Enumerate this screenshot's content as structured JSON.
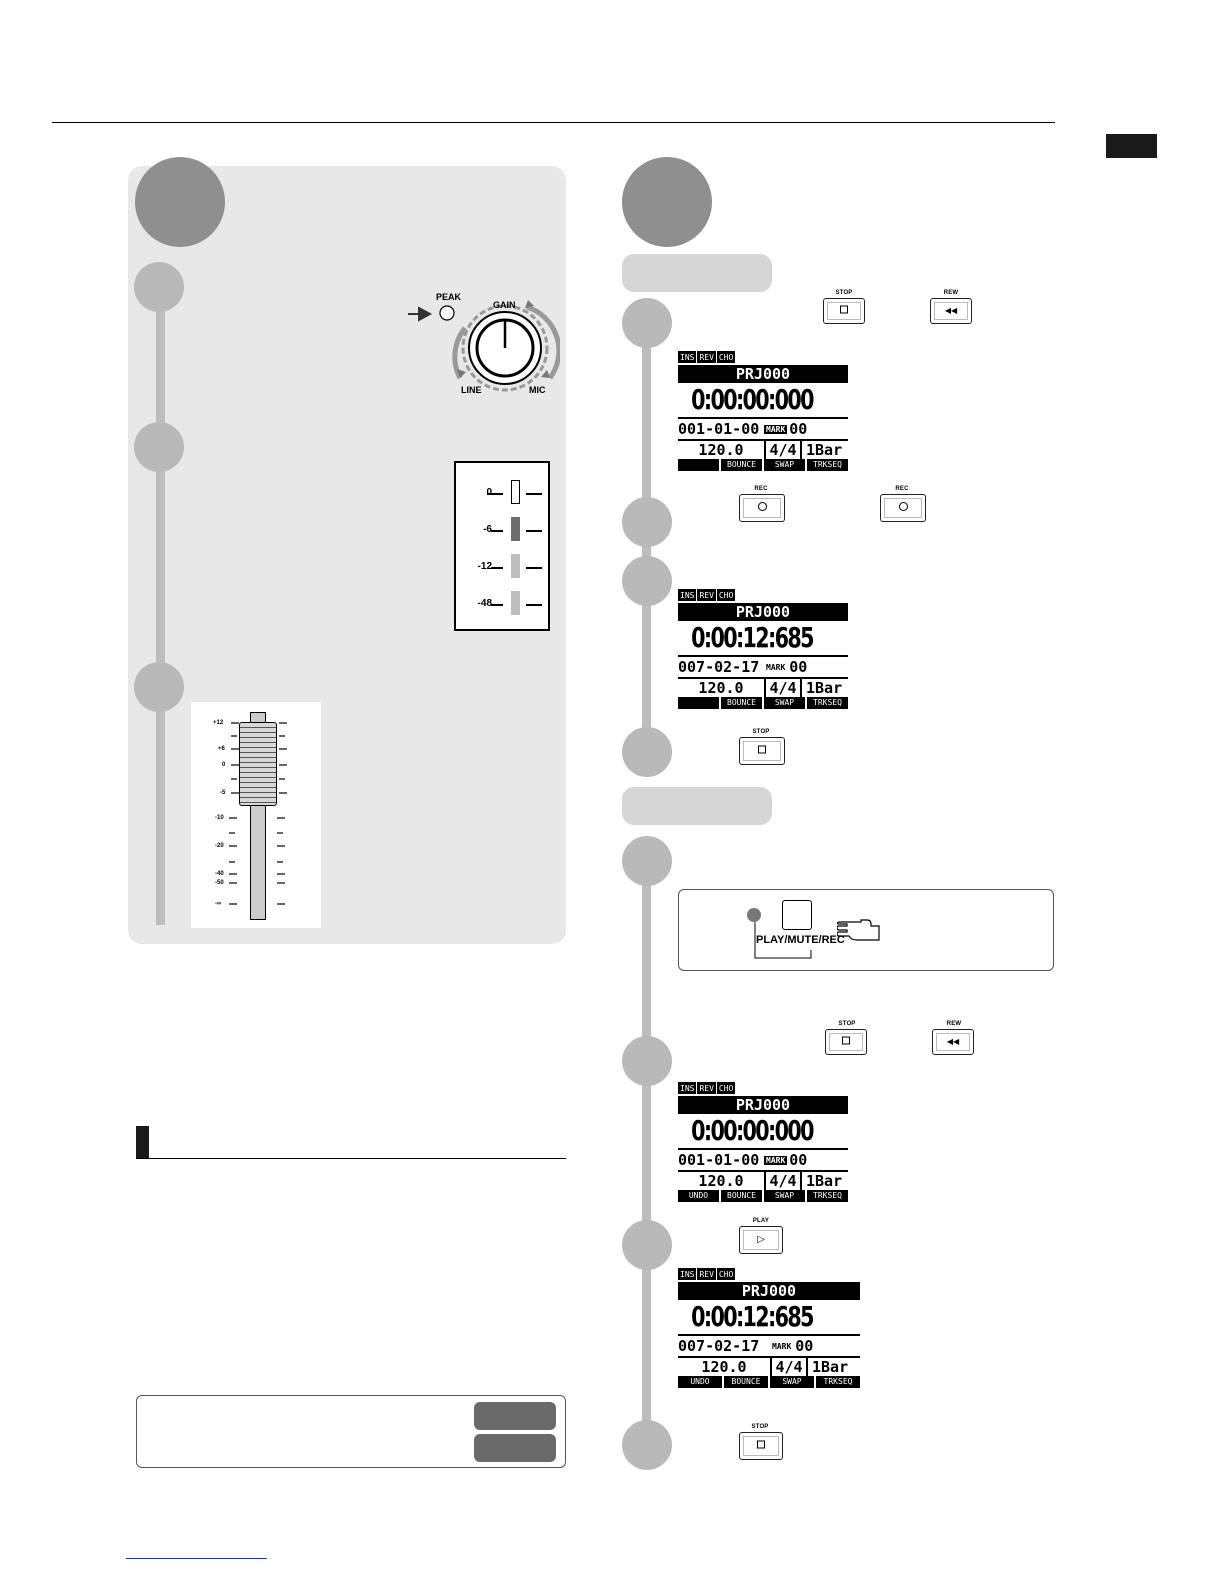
{
  "gain_panel": {
    "peak_label": "PEAK",
    "gain_label": "GAIN",
    "line_label": "LINE",
    "mic_label": "MIC"
  },
  "meter": {
    "levels": [
      "0",
      "-6",
      "-12",
      "-48"
    ]
  },
  "fader": {
    "scale": [
      "+12",
      "+6",
      "0",
      "-5",
      "-10",
      "-20",
      "-40",
      "-50",
      "-∞"
    ]
  },
  "buttons": {
    "stop": "STOP",
    "rew": "REW",
    "rec": "REC",
    "play": "PLAY"
  },
  "track_button": {
    "label": "PLAY/MUTE/REC"
  },
  "lcd1": {
    "tags": [
      "INS",
      "REV",
      "CHO"
    ],
    "project": "PRJ000",
    "time": "0:00:00:000",
    "position": "001-01-00",
    "mark_label": "MARK",
    "mark_value": "00",
    "tempo": "120.0",
    "signature": "4/4",
    "bar": "1Bar",
    "softkeys": [
      "",
      "BOUNCE",
      "SWAP",
      "TRKSEQ"
    ]
  },
  "lcd2": {
    "tags": [
      "INS",
      "REV",
      "CHO"
    ],
    "project": "PRJ000",
    "time": "0:00:12:685",
    "position": "007-02-17",
    "mark_label": "MARK",
    "mark_value": "00",
    "tempo": "120.0",
    "signature": "4/4",
    "bar": "1Bar",
    "softkeys": [
      "",
      "BOUNCE",
      "SWAP",
      "TRKSEQ"
    ]
  },
  "lcd3": {
    "tags": [
      "INS",
      "REV",
      "CHO"
    ],
    "project": "PRJ000",
    "time": "0:00:00:000",
    "position": "001-01-00",
    "mark_label": "MARK",
    "mark_value": "00",
    "tempo": "120.0",
    "signature": "4/4",
    "bar": "1Bar",
    "softkeys": [
      "UNDO",
      "BOUNCE",
      "SWAP",
      "TRKSEQ"
    ]
  },
  "lcd4": {
    "tags": [
      "INS",
      "REV",
      "CHO"
    ],
    "project": "PRJ000",
    "time": "0:00:12:685",
    "position": "007-02-17",
    "mark_label": "MARK",
    "mark_value": "00",
    "tempo": "120.0",
    "signature": "4/4",
    "bar": "1Bar",
    "softkeys": [
      "UNDO",
      "BOUNCE",
      "SWAP",
      "TRKSEQ"
    ]
  },
  "colors": {
    "big_circle": "#8f8f8f",
    "step_circle": "#b9b9b9",
    "panel_bg": "#e8e8e8",
    "pill": "#d6d6d6",
    "meter_red": "#6e6e6e",
    "meter_green": "#bdbdbd"
  }
}
